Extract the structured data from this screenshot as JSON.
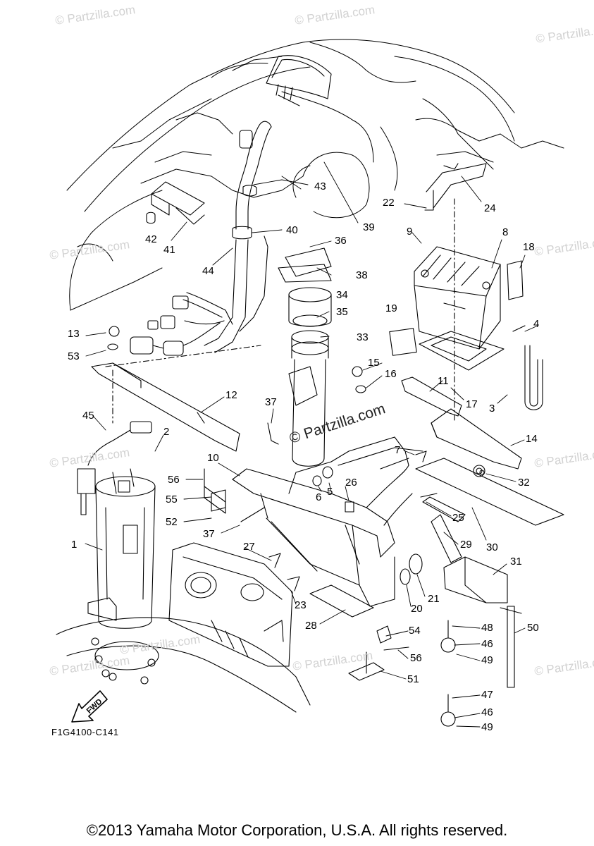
{
  "callouts": [
    {
      "id": "c43",
      "text": "43"
    },
    {
      "id": "c40",
      "text": "40"
    },
    {
      "id": "c39",
      "text": "39"
    },
    {
      "id": "c42",
      "text": "42"
    },
    {
      "id": "c41",
      "text": "41"
    },
    {
      "id": "c44",
      "text": "44"
    },
    {
      "id": "c22",
      "text": "22"
    },
    {
      "id": "c24",
      "text": "24"
    },
    {
      "id": "c9",
      "text": "9"
    },
    {
      "id": "c8",
      "text": "8"
    },
    {
      "id": "c18",
      "text": "18"
    },
    {
      "id": "c36",
      "text": "36"
    },
    {
      "id": "c38",
      "text": "38"
    },
    {
      "id": "c34",
      "text": "34"
    },
    {
      "id": "c35",
      "text": "35"
    },
    {
      "id": "c33",
      "text": "33"
    },
    {
      "id": "c19",
      "text": "19"
    },
    {
      "id": "c4",
      "text": "4"
    },
    {
      "id": "c13",
      "text": "13"
    },
    {
      "id": "c53",
      "text": "53"
    },
    {
      "id": "c15",
      "text": "15"
    },
    {
      "id": "c16",
      "text": "16"
    },
    {
      "id": "c11",
      "text": "11"
    },
    {
      "id": "c17",
      "text": "17"
    },
    {
      "id": "c3",
      "text": "3"
    },
    {
      "id": "c12",
      "text": "12"
    },
    {
      "id": "c37a",
      "text": "37"
    },
    {
      "id": "c45",
      "text": "45"
    },
    {
      "id": "c2",
      "text": "2"
    },
    {
      "id": "c14",
      "text": "14"
    },
    {
      "id": "c10",
      "text": "10"
    },
    {
      "id": "c7",
      "text": "7"
    },
    {
      "id": "c32",
      "text": "32"
    },
    {
      "id": "c56a",
      "text": "56"
    },
    {
      "id": "c26",
      "text": "26"
    },
    {
      "id": "c6",
      "text": "6"
    },
    {
      "id": "c5",
      "text": "5"
    },
    {
      "id": "c55",
      "text": "55"
    },
    {
      "id": "c52",
      "text": "52"
    },
    {
      "id": "c25",
      "text": "25"
    },
    {
      "id": "c37b",
      "text": "37"
    },
    {
      "id": "c1",
      "text": "1"
    },
    {
      "id": "c29",
      "text": "29"
    },
    {
      "id": "c30",
      "text": "30"
    },
    {
      "id": "c27",
      "text": "27"
    },
    {
      "id": "c31",
      "text": "31"
    },
    {
      "id": "c21",
      "text": "21"
    },
    {
      "id": "c23",
      "text": "23"
    },
    {
      "id": "c20",
      "text": "20"
    },
    {
      "id": "c28",
      "text": "28"
    },
    {
      "id": "c48",
      "text": "48"
    },
    {
      "id": "c50",
      "text": "50"
    },
    {
      "id": "c54",
      "text": "54"
    },
    {
      "id": "c46a",
      "text": "46"
    },
    {
      "id": "c56b",
      "text": "56"
    },
    {
      "id": "c49a",
      "text": "49"
    },
    {
      "id": "c51",
      "text": "51"
    },
    {
      "id": "c47",
      "text": "47"
    },
    {
      "id": "c46b",
      "text": "46"
    },
    {
      "id": "c49b",
      "text": "49"
    }
  ],
  "watermark": "© Partzilla.com",
  "watermark_main": "© Partzilla.com",
  "fwd_label": "FWD",
  "diagram_code": "F1G4100-C141",
  "copyright": "©2013 Yamaha Motor Corporation, U.S.A. All rights reserved."
}
